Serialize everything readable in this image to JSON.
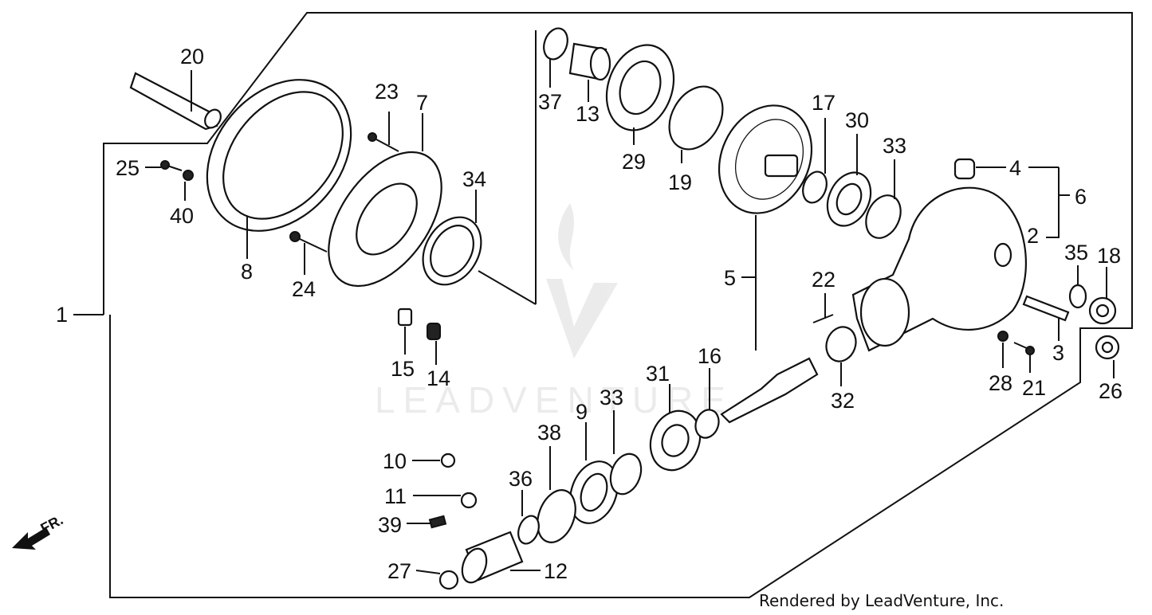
{
  "credit_text": "Rendered by LeadVenture, Inc.",
  "watermark_text": "LEADVENTURE",
  "front_label": "FR.",
  "callouts": [
    {
      "id": "20",
      "text": "20"
    },
    {
      "id": "25",
      "text": "25"
    },
    {
      "id": "40",
      "text": "40"
    },
    {
      "id": "8",
      "text": "8"
    },
    {
      "id": "23",
      "text": "23"
    },
    {
      "id": "7",
      "text": "7"
    },
    {
      "id": "24",
      "text": "24"
    },
    {
      "id": "34",
      "text": "34"
    },
    {
      "id": "37",
      "text": "37"
    },
    {
      "id": "13",
      "text": "13"
    },
    {
      "id": "29",
      "text": "29"
    },
    {
      "id": "19",
      "text": "19"
    },
    {
      "id": "17",
      "text": "17"
    },
    {
      "id": "30",
      "text": "30"
    },
    {
      "id": "33a",
      "text": "33"
    },
    {
      "id": "4",
      "text": "4"
    },
    {
      "id": "6",
      "text": "6"
    },
    {
      "id": "2",
      "text": "2"
    },
    {
      "id": "35",
      "text": "35"
    },
    {
      "id": "18",
      "text": "18"
    },
    {
      "id": "5",
      "text": "5"
    },
    {
      "id": "22",
      "text": "22"
    },
    {
      "id": "1",
      "text": "1"
    },
    {
      "id": "15",
      "text": "15"
    },
    {
      "id": "14",
      "text": "14"
    },
    {
      "id": "3",
      "text": "3"
    },
    {
      "id": "28",
      "text": "28"
    },
    {
      "id": "21",
      "text": "21"
    },
    {
      "id": "26",
      "text": "26"
    },
    {
      "id": "32",
      "text": "32"
    },
    {
      "id": "31",
      "text": "31"
    },
    {
      "id": "16",
      "text": "16"
    },
    {
      "id": "33b",
      "text": "33"
    },
    {
      "id": "9",
      "text": "9"
    },
    {
      "id": "38",
      "text": "38"
    },
    {
      "id": "36",
      "text": "36"
    },
    {
      "id": "10",
      "text": "10"
    },
    {
      "id": "11",
      "text": "11"
    },
    {
      "id": "39",
      "text": "39"
    },
    {
      "id": "27",
      "text": "27"
    },
    {
      "id": "12",
      "text": "12"
    }
  ]
}
